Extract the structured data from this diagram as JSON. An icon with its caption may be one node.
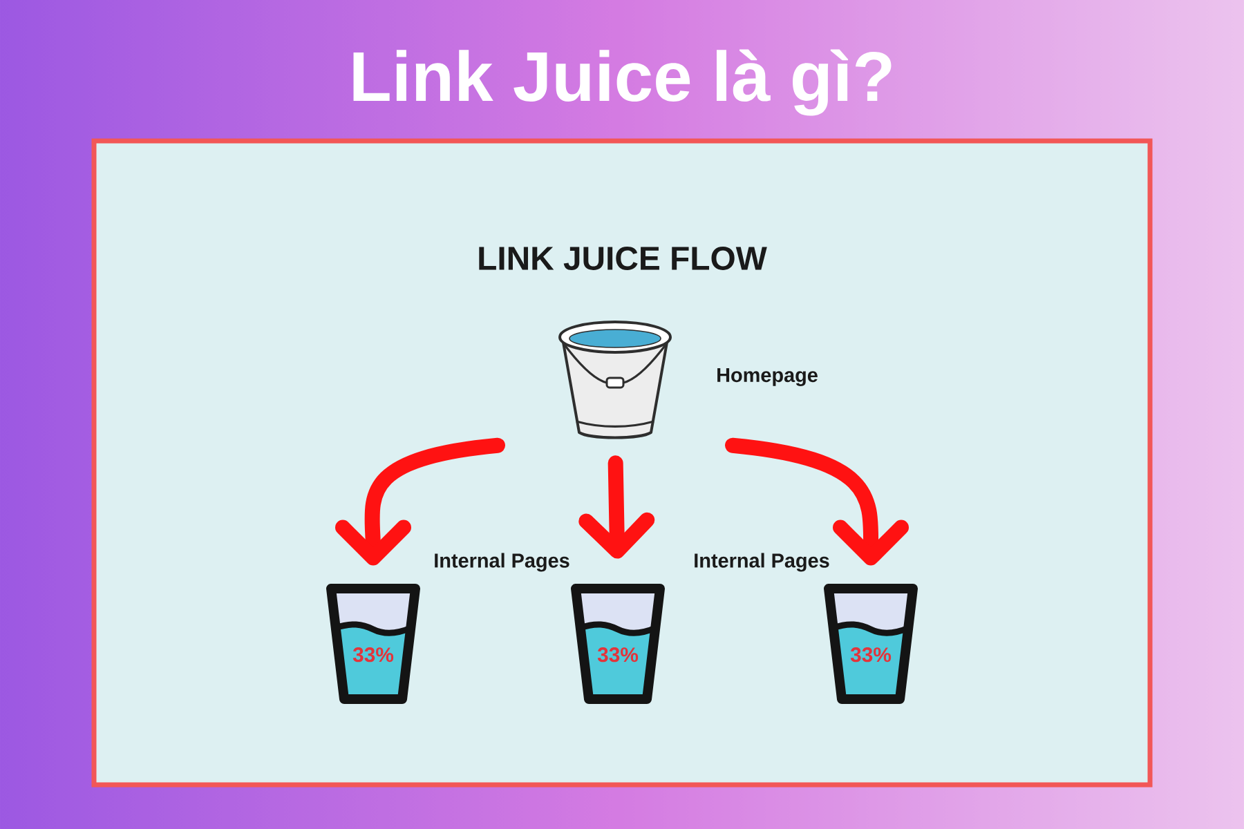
{
  "diagram": {
    "title": "Link Juice là gì?",
    "nodes": [
      {
        "text": [
          "LINK JUICE FLOW"
        ]
      },
      {
        "text": [],
        "shape": "picture",
        "beside": [
          "Homepage"
        ],
        "in": 0
      },
      {
        "text": [
          "33%"
        ],
        "in": 0
      },
      {
        "text": [
          "33%"
        ],
        "in": 0
      },
      {
        "text": [
          "33%"
        ],
        "in": 0
      }
    ],
    "edges": [
      {
        "from": 1,
        "to": 2,
        "arrow": "to"
      },
      {
        "from": 1,
        "to": 3,
        "arrow": "to"
      },
      {
        "from": 1,
        "to": 4,
        "arrow": "to"
      }
    ],
    "labels": [
      "Internal Pages",
      "Internal Pages"
    ]
  }
}
